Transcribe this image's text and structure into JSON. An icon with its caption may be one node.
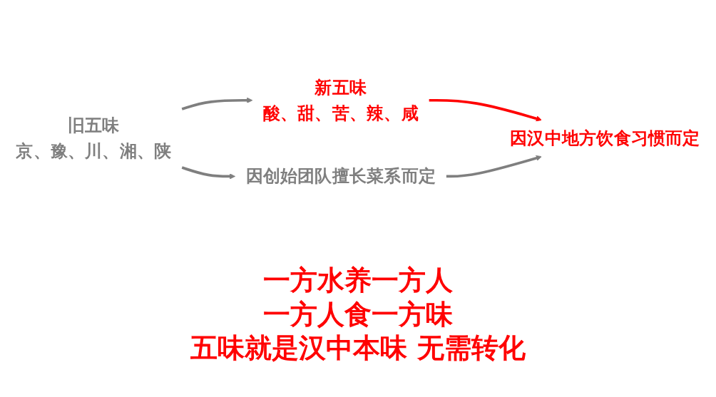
{
  "diagram": {
    "nodes": [
      {
        "text": [
          "旧五味",
          "京、豫、川、湘、陕"
        ]
      },
      {
        "text": [
          "新五味",
          "酸、甜、苦、辣、咸"
        ]
      },
      {
        "text": [
          "因创始团队擅长菜系而定"
        ]
      },
      {
        "text": [
          "因汉中地方饮食习惯而定"
        ]
      }
    ],
    "edges": [
      {
        "from": 0,
        "to": 1,
        "arrow": "to"
      },
      {
        "from": 0,
        "to": 2,
        "arrow": "to"
      },
      {
        "from": 1,
        "to": 3,
        "arrow": "to",
        "color": "#ff0000"
      },
      {
        "from": 2,
        "to": 3,
        "arrow": "to"
      }
    ],
    "labels": [
      "一方水养一方人",
      "一方人食一方味",
      "五味就是汉中本味 无需转化"
    ]
  }
}
